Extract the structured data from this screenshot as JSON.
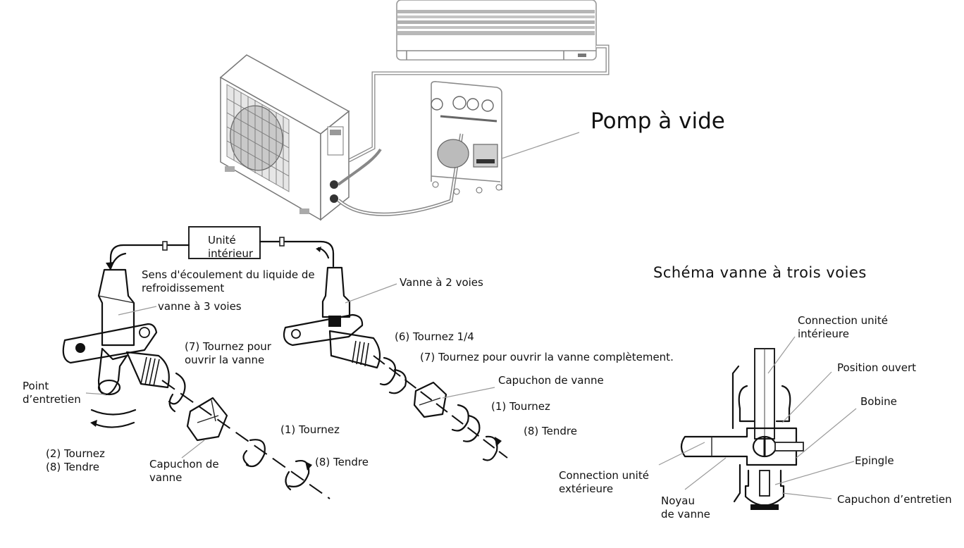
{
  "diagram": {
    "top_section": {
      "indoor_unit": "indoor-wall-unit",
      "outdoor_unit": "outdoor-condenser-unit",
      "vacuum_pump_label": "Pomp à vide"
    },
    "flow_section": {
      "indoor_box_label": [
        "Unité",
        "intérieur"
      ],
      "flow_direction_label": [
        "Sens d'écoulement du liquide de",
        "refroidissement"
      ],
      "three_way_valve_label": "vanne à 3 voies",
      "two_way_valve_label": "Vanne à 2 voies",
      "left_steps": {
        "turn_open": [
          "(7) Tournez pour",
          "ouvrir la vanne"
        ],
        "service_point": [
          "Point",
          "d’entretien"
        ],
        "turn_tighten_service": [
          "(2) Tournez",
          "(8) Tendre"
        ],
        "valve_cap": [
          "Capuchon de",
          "vanne"
        ],
        "turn": "(1) Tournez",
        "tighten": "(8) Tendre"
      },
      "right_steps": {
        "quarter_turn": "(6) Tournez 1/4",
        "turn_fully_open": "(7) Tournez pour ouvrir la vanne complètement.",
        "valve_cap": "Capuchon de vanne",
        "turn": "(1) Tournez",
        "tighten": "(8) Tendre"
      }
    },
    "schematic": {
      "title": "Schéma vanne à trois voies",
      "labels": {
        "indoor_connection": [
          "Connection unité",
          "intérieure"
        ],
        "open_position": "Position ouvert",
        "coil": "Bobine",
        "pin": "Epingle",
        "service_cap": "Capuchon d’entretien",
        "outdoor_connection": [
          "Connection unité",
          "extérieure"
        ],
        "valve_core": [
          "Noyau",
          "de vanne"
        ]
      }
    }
  }
}
